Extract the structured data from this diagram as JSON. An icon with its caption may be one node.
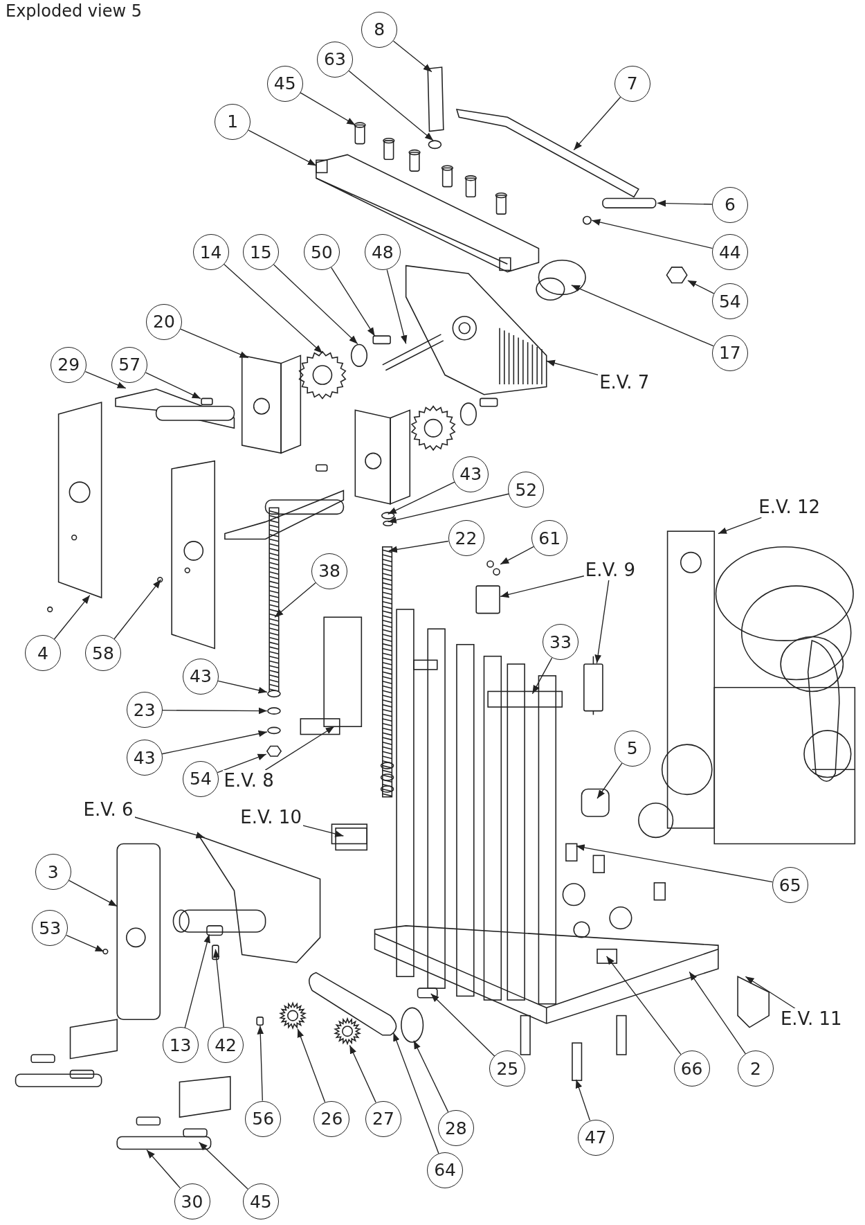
{
  "diagram": {
    "title": "Exploded view 5",
    "nodes": [
      {
        "text": [
          "8"
        ]
      },
      {
        "text": [
          "63"
        ]
      },
      {
        "text": [
          "7"
        ]
      },
      {
        "text": [
          "45"
        ]
      },
      {
        "text": [
          "1"
        ]
      },
      {
        "text": [
          "6"
        ]
      },
      {
        "text": [
          "44"
        ]
      },
      {
        "text": [
          "14"
        ]
      },
      {
        "text": [
          "15"
        ]
      },
      {
        "text": [
          "50"
        ]
      },
      {
        "text": [
          "48"
        ]
      },
      {
        "text": [
          "54"
        ]
      },
      {
        "text": [
          "20"
        ]
      },
      {
        "text": [
          "17"
        ]
      },
      {
        "text": [
          "E.V. 7"
        ]
      },
      {
        "text": [
          "29"
        ]
      },
      {
        "text": [
          "57"
        ]
      },
      {
        "text": [
          "43"
        ]
      },
      {
        "text": [
          "52"
        ]
      },
      {
        "text": [
          "E.V. 12"
        ]
      },
      {
        "text": [
          "22"
        ]
      },
      {
        "text": [
          "61"
        ]
      },
      {
        "text": [
          "E.V. 9"
        ]
      },
      {
        "text": [
          "38"
        ]
      },
      {
        "text": [
          "33"
        ]
      },
      {
        "text": [
          "4"
        ]
      },
      {
        "text": [
          "58"
        ]
      },
      {
        "text": [
          "43"
        ]
      },
      {
        "text": [
          "23"
        ]
      },
      {
        "text": [
          "5"
        ]
      },
      {
        "text": [
          "43"
        ]
      },
      {
        "text": [
          "54"
        ]
      },
      {
        "text": [
          "E.V. 8"
        ]
      },
      {
        "text": [
          "E.V. 6"
        ]
      },
      {
        "text": [
          "E.V. 10"
        ]
      },
      {
        "text": [
          "3"
        ]
      },
      {
        "text": [
          "65"
        ]
      },
      {
        "text": [
          "53"
        ]
      },
      {
        "text": [
          "E.V. 11"
        ]
      },
      {
        "text": [
          "13"
        ]
      },
      {
        "text": [
          "42"
        ]
      },
      {
        "text": [
          "2"
        ]
      },
      {
        "text": [
          "66"
        ]
      },
      {
        "text": [
          "25"
        ]
      },
      {
        "text": [
          "56"
        ]
      },
      {
        "text": [
          "26"
        ]
      },
      {
        "text": [
          "27"
        ]
      },
      {
        "text": [
          "28"
        ]
      },
      {
        "text": [
          "47"
        ]
      },
      {
        "text": [
          "64"
        ]
      },
      {
        "text": [
          "30"
        ]
      },
      {
        "text": [
          "45"
        ]
      },
      {
        "text": [],
        "shape": "hexagon"
      },
      {
        "text": [],
        "shape": "picture"
      },
      {
        "text": [],
        "shape": "picture"
      },
      {
        "text": [],
        "shape": "box"
      },
      {
        "text": [],
        "shape": "box"
      },
      {
        "text": [],
        "shape": "hexagon"
      },
      {
        "text": [],
        "shape": "box"
      },
      {
        "text": [],
        "shape": "box"
      },
      {
        "text": [],
        "shape": "ellipse"
      },
      {
        "text": [],
        "shape": "ellipse"
      },
      {
        "text": [],
        "shape": "ellipse"
      },
      {
        "text": [],
        "shape": "picture"
      }
    ],
    "edges": [
      {
        "from": 0,
        "to": null,
        "arrow": "to"
      },
      {
        "from": 1,
        "to": null,
        "arrow": "to"
      },
      {
        "from": 2,
        "to": null,
        "arrow": "to"
      },
      {
        "from": 3,
        "to": null,
        "arrow": "to"
      },
      {
        "from": 4,
        "to": null,
        "arrow": "to"
      },
      {
        "from": 5,
        "to": null,
        "arrow": "to"
      },
      {
        "from": 6,
        "to": null,
        "arrow": "to"
      },
      {
        "from": 7,
        "to": null,
        "arrow": "to"
      },
      {
        "from": 8,
        "to": null,
        "arrow": "to"
      },
      {
        "from": 9,
        "to": null,
        "arrow": "to"
      },
      {
        "from": 10,
        "to": null,
        "arrow": "to"
      },
      {
        "from": 11,
        "to": 52,
        "arrow": "to"
      },
      {
        "from": 12,
        "to": null,
        "arrow": "to"
      },
      {
        "from": 13,
        "to": null,
        "arrow": "to"
      },
      {
        "from": 14,
        "to": null,
        "arrow": "to"
      },
      {
        "from": 15,
        "to": 53,
        "arrow": "to"
      },
      {
        "from": 16,
        "to": 59,
        "arrow": "to"
      },
      {
        "from": 17,
        "to": null,
        "arrow": "to"
      },
      {
        "from": 18,
        "to": null,
        "arrow": "to"
      },
      {
        "from": 19,
        "to": null,
        "arrow": "to"
      },
      {
        "from": 20,
        "to": null,
        "arrow": "to"
      },
      {
        "from": 21,
        "to": 54,
        "arrow": "to"
      },
      {
        "from": 22,
        "to": 55,
        "arrow": "to"
      },
      {
        "from": 22,
        "to": 56,
        "arrow": "to"
      },
      {
        "from": 23,
        "to": null,
        "arrow": "to"
      },
      {
        "from": 24,
        "to": null,
        "arrow": "to"
      },
      {
        "from": 25,
        "to": null,
        "arrow": "to"
      },
      {
        "from": 26,
        "to": null,
        "arrow": "to"
      },
      {
        "from": 27,
        "to": 60,
        "arrow": "to"
      },
      {
        "from": 28,
        "to": 61,
        "arrow": "to"
      },
      {
        "from": 29,
        "to": null,
        "arrow": "to"
      },
      {
        "from": 30,
        "to": 62,
        "arrow": "to"
      },
      {
        "from": 31,
        "to": 57,
        "arrow": "to"
      },
      {
        "from": 32,
        "to": null,
        "arrow": "to"
      },
      {
        "from": 33,
        "to": null,
        "arrow": "to"
      },
      {
        "from": 34,
        "to": null,
        "arrow": "to"
      },
      {
        "from": 35,
        "to": null,
        "arrow": "to"
      },
      {
        "from": 36,
        "to": null,
        "arrow": "to"
      },
      {
        "from": 37,
        "to": null,
        "arrow": "to"
      },
      {
        "from": 38,
        "to": null,
        "arrow": "to"
      },
      {
        "from": 39,
        "to": null,
        "arrow": "to"
      },
      {
        "from": 40,
        "to": null,
        "arrow": "to"
      },
      {
        "from": 41,
        "to": null,
        "arrow": "to"
      },
      {
        "from": 42,
        "to": null,
        "arrow": "to"
      },
      {
        "from": 43,
        "to": null,
        "arrow": "to"
      },
      {
        "from": 44,
        "to": 58,
        "arrow": "to"
      },
      {
        "from": 45,
        "to": 63,
        "arrow": "to"
      },
      {
        "from": 46,
        "to": null,
        "arrow": "to"
      },
      {
        "from": 47,
        "to": null,
        "arrow": "to"
      },
      {
        "from": 48,
        "to": null,
        "arrow": "to"
      },
      {
        "from": 49,
        "to": null,
        "arrow": "to"
      },
      {
        "from": 50,
        "to": null,
        "arrow": "to"
      },
      {
        "from": 51,
        "to": null,
        "arrow": "to"
      }
    ]
  }
}
